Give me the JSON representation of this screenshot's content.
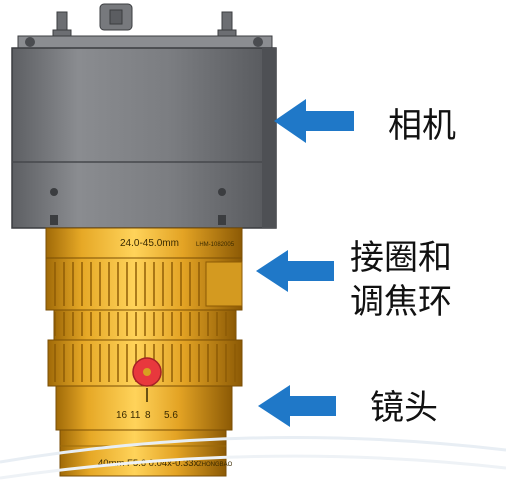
{
  "labels": {
    "camera": "相机",
    "adapter_line1": "接圈和",
    "adapter_line2": "调焦环",
    "lens": "镜头"
  },
  "lens_markings": {
    "focal_range": "24.0-45.0mm",
    "model": "LHM-1082005",
    "aperture_scale": [
      "16",
      "11",
      "8",
      "5.6"
    ],
    "spec": "40mm F5.6  0.04x-0.33x",
    "brand": "ZHONGBAO"
  },
  "colors": {
    "camera_body": "#7b7d80",
    "camera_edge": "#4a4c50",
    "lens_gold": "#e2a321",
    "lens_dark": "#b07a10",
    "arrow_blue": "#1f78c8",
    "focus_dot": "#e8383d"
  }
}
